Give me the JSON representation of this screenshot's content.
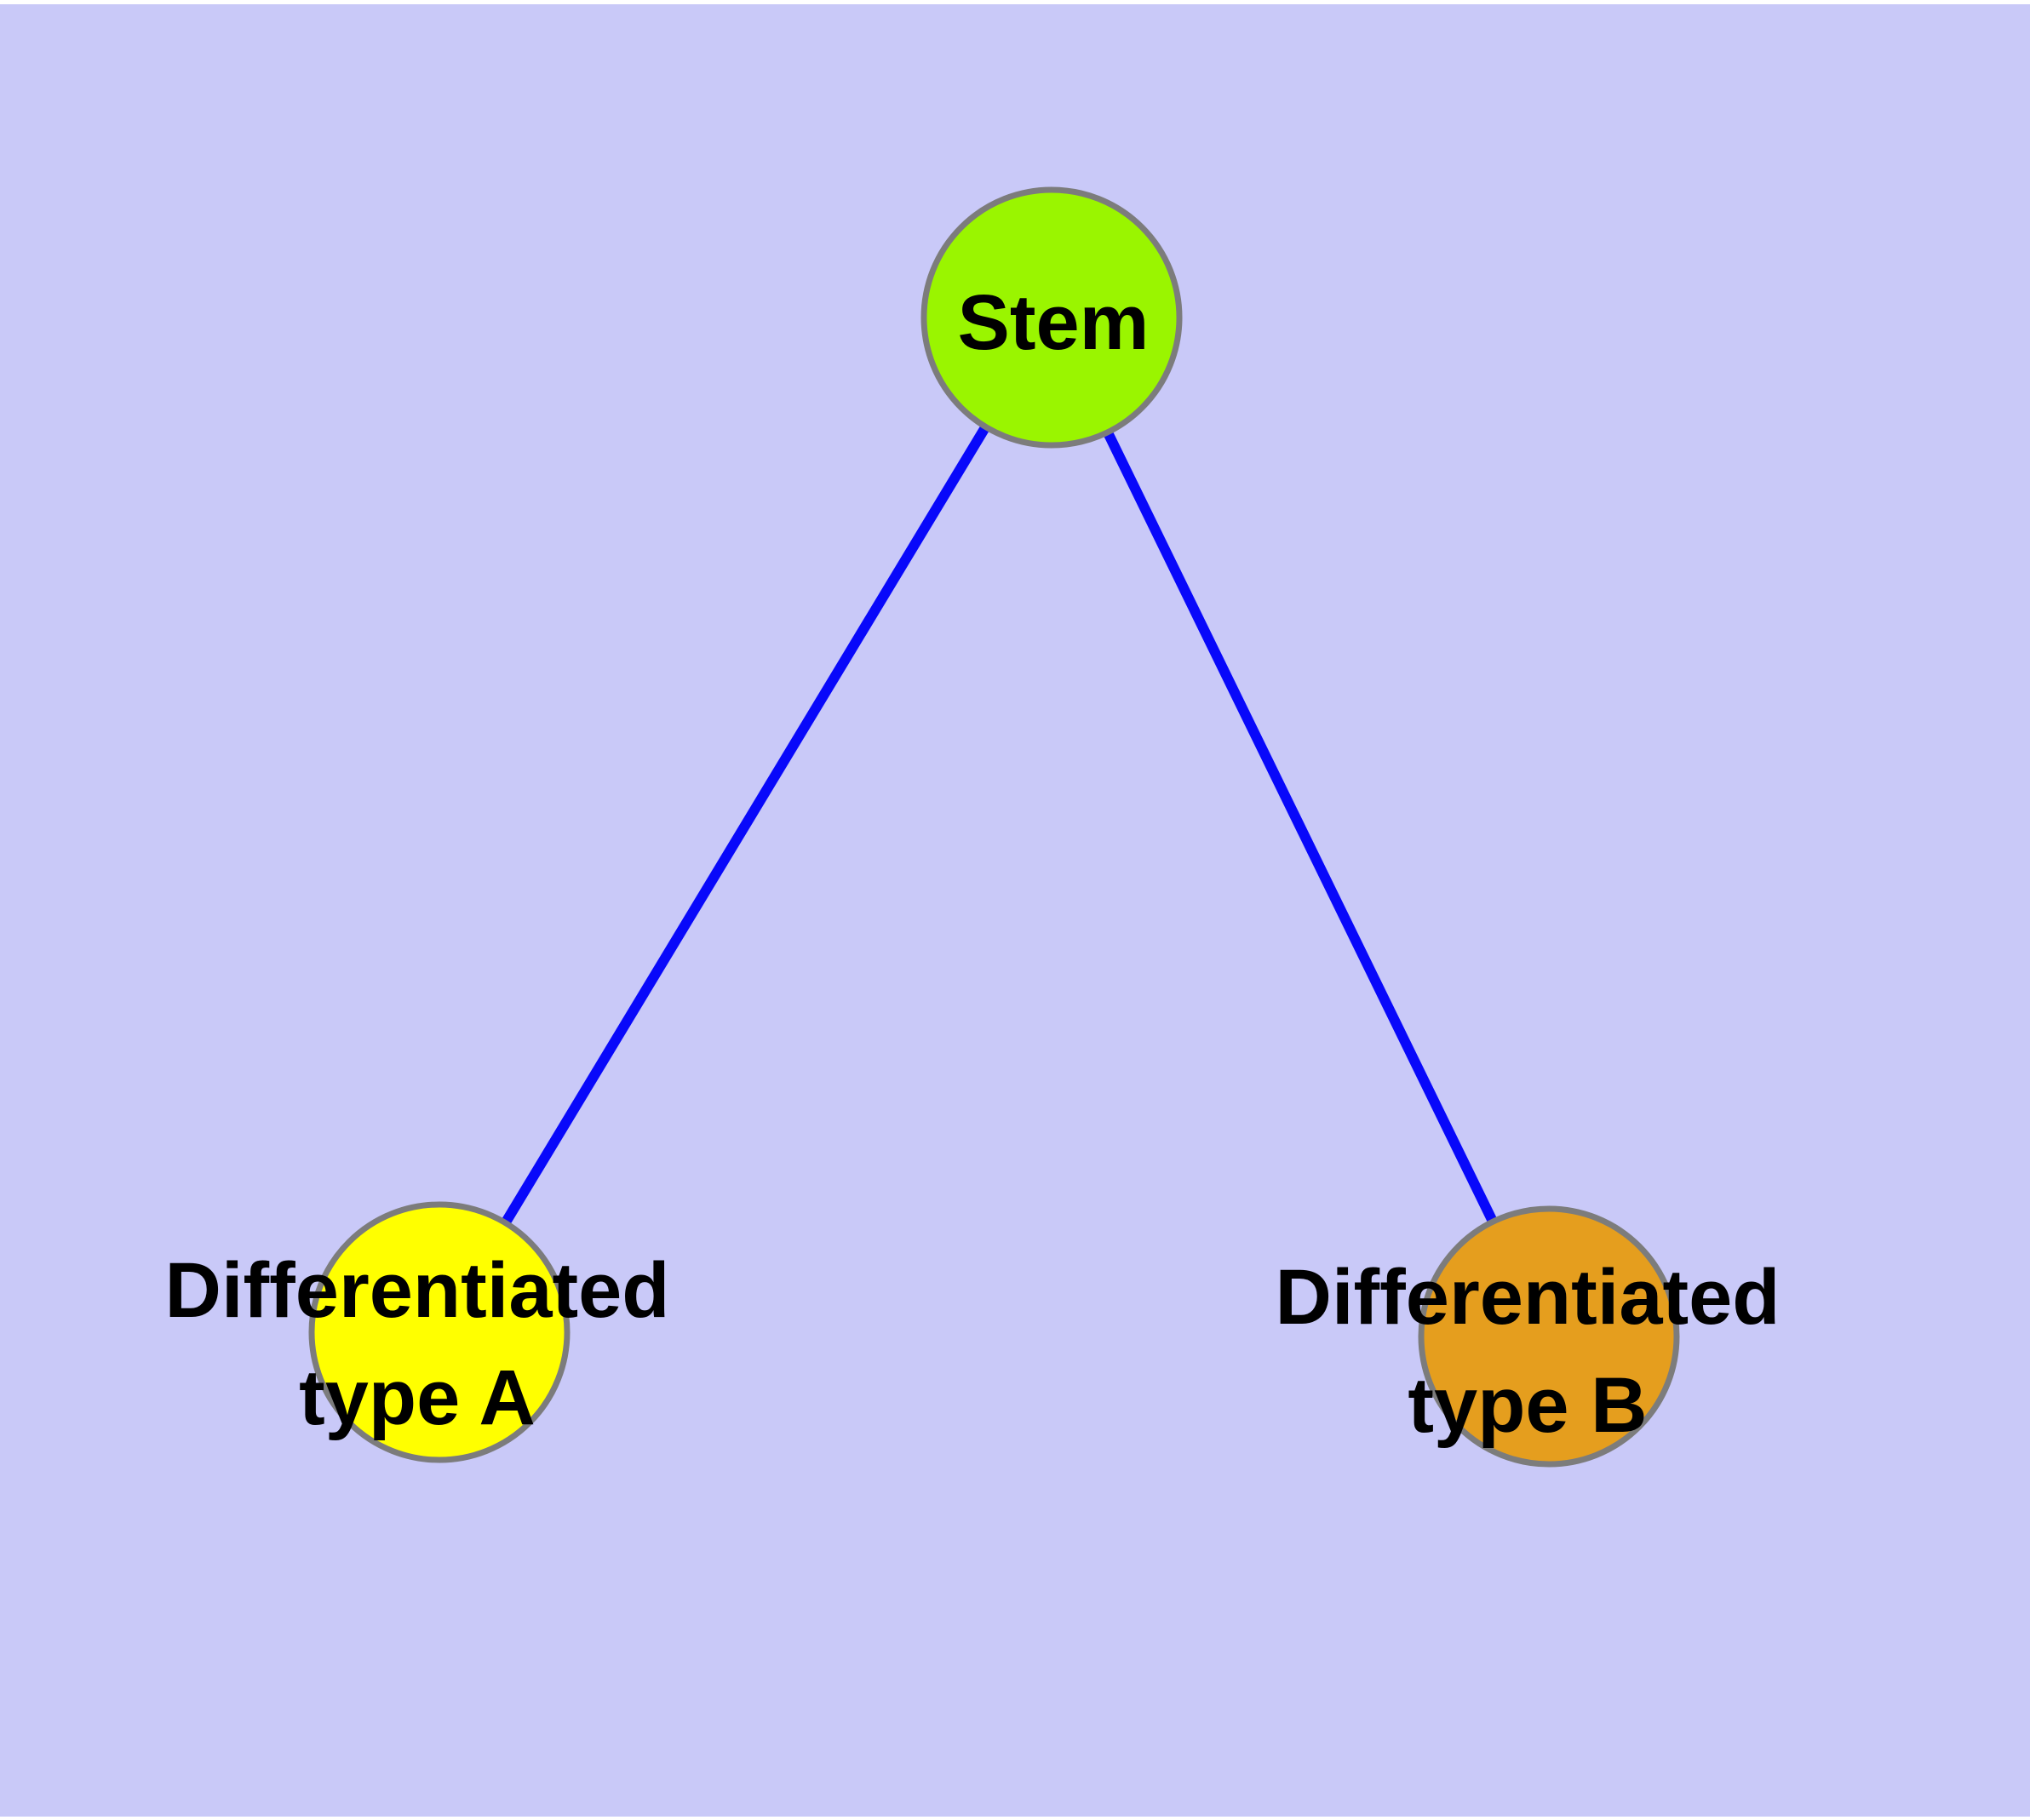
{
  "diagram": {
    "description": "Cell lineage tree: Stem node differentiating into type A and type B",
    "background_color": "#c9c9f8",
    "frame_strip_color": "#ffffff",
    "edge_color": "#0808fa",
    "edge_width": 12,
    "node_border_color": "#7c7c7c",
    "label_color": "#000000",
    "nodes": {
      "stem": {
        "label": "Stem",
        "fill_color": "#9af500"
      },
      "type_a": {
        "label_line1": "Differentiated",
        "label_line2": "type A",
        "fill_color": "#ffff00"
      },
      "type_b": {
        "label_line1": "Differentiated",
        "label_line2": "type B",
        "fill_color": "#e59e1e"
      }
    },
    "edges": [
      {
        "from": "Stem",
        "to": "Differentiated type A"
      },
      {
        "from": "Stem",
        "to": "Differentiated type B"
      }
    ]
  }
}
